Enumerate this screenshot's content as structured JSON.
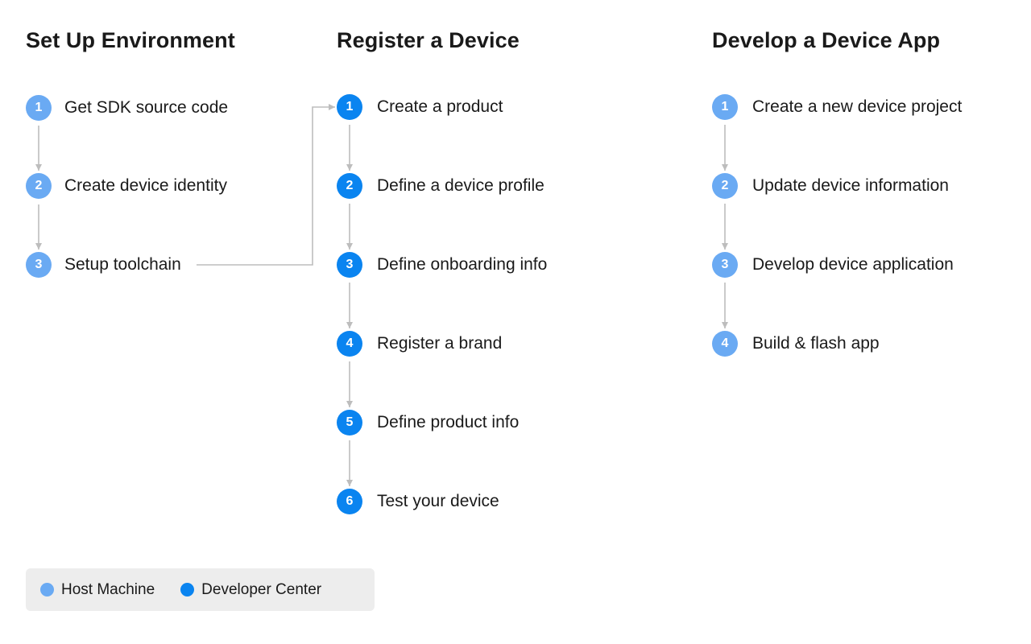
{
  "colors": {
    "host": "#6aaaf3",
    "developer": "#0a84f0",
    "connector": "#bdbdbd",
    "legend_bg": "#ededed"
  },
  "columns": [
    {
      "title": "Set Up Environment",
      "color_key": "host",
      "steps": [
        {
          "number": "1",
          "label": "Get SDK source code"
        },
        {
          "number": "2",
          "label": "Create device identity"
        },
        {
          "number": "3",
          "label": "Setup toolchain"
        }
      ]
    },
    {
      "title": "Register a Device",
      "color_key": "developer",
      "steps": [
        {
          "number": "1",
          "label": "Create a product"
        },
        {
          "number": "2",
          "label": "Define a device profile"
        },
        {
          "number": "3",
          "label": "Define onboarding info"
        },
        {
          "number": "4",
          "label": "Register a brand"
        },
        {
          "number": "5",
          "label": "Define product info"
        },
        {
          "number": "6",
          "label": "Test your device"
        }
      ]
    },
    {
      "title": "Develop a Device App",
      "color_key": "host",
      "steps": [
        {
          "number": "1",
          "label": "Create a new device project"
        },
        {
          "number": "2",
          "label": "Update device information"
        },
        {
          "number": "3",
          "label": "Develop device application"
        },
        {
          "number": "4",
          "label": "Build & flash app"
        }
      ]
    }
  ],
  "legend": {
    "items": [
      {
        "label": "Host Machine",
        "color_key": "host"
      },
      {
        "label": "Developer Center",
        "color_key": "developer"
      }
    ]
  }
}
